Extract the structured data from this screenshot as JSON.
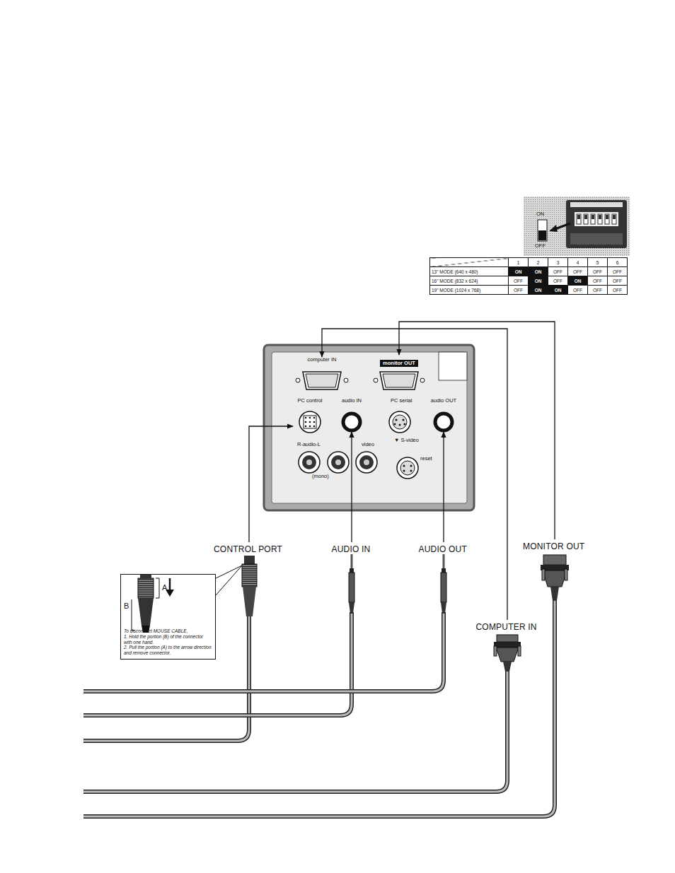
{
  "diagram": {
    "nodes": [
      {
        "text": [
          "computer IN"
        ]
      },
      {
        "text": [
          "monitor OUT"
        ]
      },
      {
        "text": [
          "PC control"
        ]
      },
      {
        "text": [
          "audio IN"
        ]
      },
      {
        "text": [
          "audio OUT"
        ]
      },
      {
        "text": [
          "To disconnect MOUSE CABLE,",
          "1. Hold the portion (B) of the connector with one hand.",
          "2. Pull the portion (A) to the arrow direction and remove connector."
        ]
      },
      {
        "text": [
          "CONTROL PORT"
        ]
      },
      {
        "text": [
          "AUDIO IN"
        ]
      },
      {
        "text": [
          "AUDIO OUT"
        ]
      },
      {
        "text": [
          "MONITOR OUT"
        ]
      },
      {
        "text": [
          "COMPUTER IN"
        ]
      }
    ],
    "edges": [
      {
        "from": 6,
        "to": 2,
        "arrow": "to"
      },
      {
        "from": 7,
        "to": 3,
        "arrow": "to"
      },
      {
        "from": 8,
        "to": 4,
        "arrow": "to"
      },
      {
        "from": 10,
        "to": 0,
        "arrow": "to"
      },
      {
        "from": 9,
        "to": 1,
        "arrow": "to"
      }
    ],
    "labels": [
      "ON",
      "OFF",
      "1",
      "2",
      "3",
      "4",
      "5",
      "6",
      "13\" MODE (640 x 480)",
      "ON",
      "ON",
      "OFF",
      "OFF",
      "OFF",
      "OFF",
      "16\" MODE (832 x 624)",
      "OFF",
      "ON",
      "OFF",
      "ON",
      "OFF",
      "OFF",
      "19\" MODE (1024 x 768)",
      "OFF",
      "ON",
      "ON",
      "OFF",
      "OFF",
      "OFF",
      "PC serial",
      "R-audio-L",
      "video",
      "(mono)",
      "▼ S-video",
      "reset",
      "A",
      "B"
    ]
  }
}
